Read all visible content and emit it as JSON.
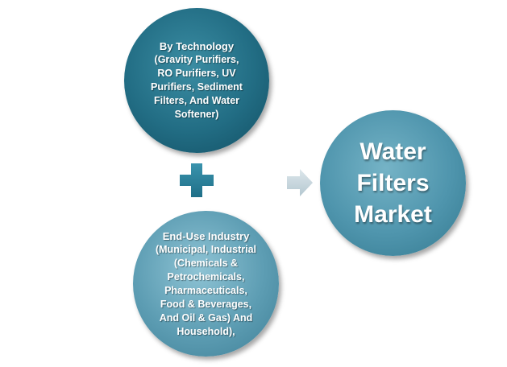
{
  "technology": {
    "heading": "By Technology",
    "lines": [
      "(Gravity Purifiers,",
      "RO Purifiers, UV",
      "Purifiers, Sediment",
      "Filters, And Water",
      "Softener)"
    ]
  },
  "end_use": {
    "heading": "End-Use Industry",
    "lines": [
      "(Municipal, Industrial",
      "(Chemicals &",
      "Petrochemicals,",
      "Pharmaceuticals,",
      "Food & Beverages,",
      "And Oil & Gas) And",
      "Household),"
    ]
  },
  "market": {
    "lines": [
      "Water",
      "Filters",
      "Market"
    ]
  },
  "colors": {
    "technology_circle": "#226d84",
    "end_use_circle": "#5d9db3",
    "market_circle": "#4f95ad",
    "plus_sign": "#2a7f98",
    "arrow": "#c9d7de"
  },
  "icons": {
    "plus": "plus-icon",
    "arrow": "arrow-right-icon"
  }
}
